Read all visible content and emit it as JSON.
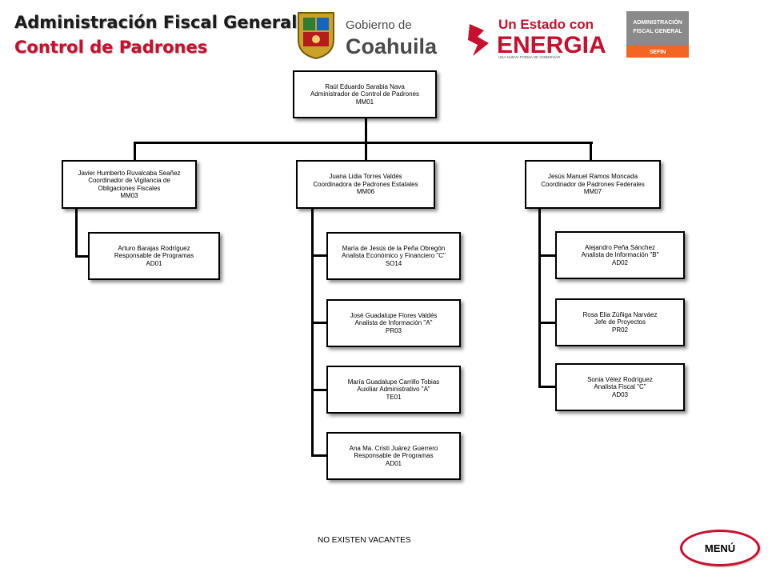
{
  "header": {
    "title": "Administración Fiscal General",
    "subtitle": "Control de Padrones"
  },
  "logos": {
    "gobierno_line1": "Gobierno de",
    "gobierno_line2": "Coahuila",
    "estado_line1": "Un Estado con",
    "estado_line2": "ENERGIA",
    "estado_tagline": "UNA NUEVA FORMA DE GOBERNAR",
    "afg_line1": "ADMINISTRACIÓN",
    "afg_line2": "FISCAL GENERAL",
    "afg_line3": "SEFIN"
  },
  "org": {
    "root": {
      "name": "Raúl Eduardo Sarabia Nava",
      "role": "Administrador  de Control  de Padrones",
      "code": "MM01"
    },
    "branch1": {
      "head": {
        "name": "Javier Humberto Ruvalcaba Seañez",
        "role": "Coordinador  de Vigilancia  de",
        "role2": "Obligaciones  Fiscales",
        "code": "MM03"
      },
      "members": [
        {
          "name": "Arturo  Barajas Rodríguez",
          "role": "Responsable de Programas",
          "code": "AD01"
        }
      ]
    },
    "branch2": {
      "head": {
        "name": "Juana Lidia Torres Valdés",
        "role": "Coordinadora  de Padrones Estatales",
        "code": "MM06"
      },
      "members": [
        {
          "name": "María de Jesús de la Peña Obregón",
          "role": "Analista   Económico  y  Financiero   \"C\"",
          "code": "SO14"
        },
        {
          "name": "José Guadalupe Flores Valdés",
          "role": "Analista  de  Información  \"A\"",
          "code": "PR03"
        },
        {
          "name": "María Guadalupe Carrillo Tobias",
          "role": "Auxiliar  Administrativo  \"A\"",
          "code": "TE01"
        },
        {
          "name": "Ana  Ma. Cristi  Juárez Guerrero",
          "role": "Responsable de Programas",
          "code": "AD01"
        }
      ]
    },
    "branch3": {
      "head": {
        "name": "Jesús Manuel Ramos Moncada",
        "role": "Coordinador  de Padrones Federales",
        "code": "MM07"
      },
      "members": [
        {
          "name": "Alejandro  Peña Sánchez",
          "role": "Analista  de  Información  \"B\"",
          "code": "AD02"
        },
        {
          "name": "Rosa  Elia Zúñiga  Narváez",
          "role": "Jefe de Proyectos",
          "code": "PR02"
        },
        {
          "name": "Sonia Vélez Rodríguez",
          "role": "Analista  Fiscal  \"C\"",
          "code": "AD03"
        }
      ]
    }
  },
  "footer": {
    "note": "NO EXISTEN  VACANTES"
  },
  "menu": {
    "label": "MENÚ"
  },
  "colors": {
    "accent": "#c8102e",
    "logo_gray": "#4a4a4a",
    "orange": "#f26522"
  }
}
